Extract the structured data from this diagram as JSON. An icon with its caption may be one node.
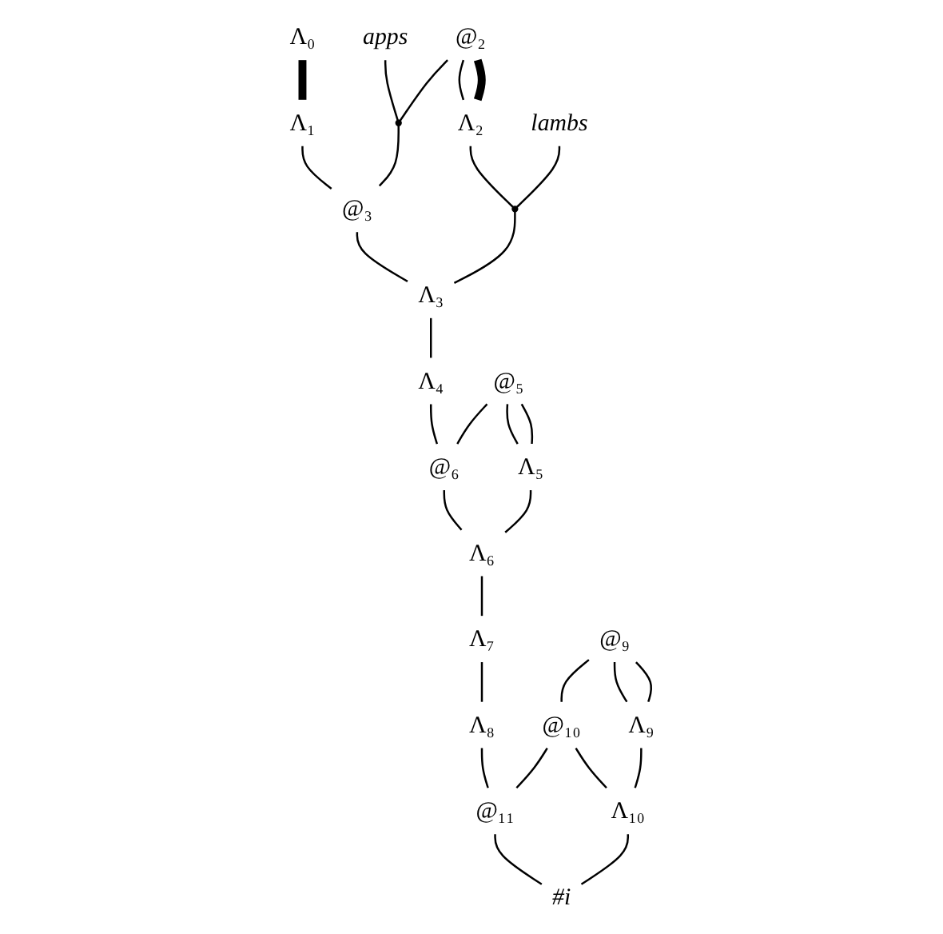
{
  "diagram": {
    "nodes": [
      {
        "text": [
          "Λ₀"
        ]
      },
      {
        "text": [
          "Λ₁"
        ]
      },
      {
        "text": [
          "apps"
        ]
      },
      {
        "text": [
          "@₂"
        ]
      },
      {
        "text": [],
        "shape": "circle"
      },
      {
        "text": [
          "@₃"
        ]
      },
      {
        "text": [
          "Λ₂"
        ]
      },
      {
        "text": [],
        "shape": "circle"
      },
      {
        "text": [
          "Λ₃"
        ]
      },
      {
        "text": [
          "Λ₄"
        ]
      },
      {
        "text": [
          "lambs"
        ]
      },
      {
        "text": [
          "@₅"
        ]
      },
      {
        "text": [
          "@₆"
        ]
      },
      {
        "text": [
          "Λ₅"
        ]
      },
      {
        "text": [
          "Λ₆"
        ]
      },
      {
        "text": [
          "Λ₇"
        ]
      },
      {
        "text": [
          "Λ₈"
        ]
      },
      {
        "text": [
          "@₉"
        ]
      },
      {
        "text": [
          "@₁₀"
        ]
      },
      {
        "text": [
          "@₁₁"
        ]
      },
      {
        "text": [
          "Λ₉"
        ]
      },
      {
        "text": [
          "Λ₁₀"
        ]
      },
      {
        "text": [
          "#i"
        ]
      }
    ],
    "edges": [
      {
        "from": 0,
        "to": 1,
        "arrow": "none",
        "style": "thick"
      },
      {
        "from": 1,
        "to": 5,
        "arrow": "none"
      },
      {
        "from": 2,
        "to": 4,
        "arrow": "none"
      },
      {
        "from": 3,
        "to": 4,
        "arrow": "none"
      },
      {
        "from": 4,
        "to": 5,
        "arrow": "none"
      },
      {
        "from": 3,
        "to": 6,
        "arrow": "none"
      },
      {
        "from": 3,
        "to": 6,
        "arrow": "none",
        "style": "thick"
      },
      {
        "from": 5,
        "to": 8,
        "arrow": "none"
      },
      {
        "from": 6,
        "to": 7,
        "arrow": "none"
      },
      {
        "from": 7,
        "to": 8,
        "arrow": "none"
      },
      {
        "from": 10,
        "to": 7,
        "arrow": "none"
      },
      {
        "from": 8,
        "to": 9,
        "arrow": "none"
      },
      {
        "from": 9,
        "to": 12,
        "arrow": "none"
      },
      {
        "from": 11,
        "to": 12,
        "arrow": "none"
      },
      {
        "from": 11,
        "to": 13,
        "arrow": "none"
      },
      {
        "from": 11,
        "to": 13,
        "arrow": "none"
      },
      {
        "from": 12,
        "to": 14,
        "arrow": "none"
      },
      {
        "from": 13,
        "to": 14,
        "arrow": "none"
      },
      {
        "from": 14,
        "to": 15,
        "arrow": "none"
      },
      {
        "from": 15,
        "to": 16,
        "arrow": "none"
      },
      {
        "from": 16,
        "to": 19,
        "arrow": "none"
      },
      {
        "from": 17,
        "to": 18,
        "arrow": "none"
      },
      {
        "from": 18,
        "to": 19,
        "arrow": "none"
      },
      {
        "from": 17,
        "to": 20,
        "arrow": "none"
      },
      {
        "from": 17,
        "to": 20,
        "arrow": "none"
      },
      {
        "from": 18,
        "to": 21,
        "arrow": "none"
      },
      {
        "from": 19,
        "to": 22,
        "arrow": "none"
      },
      {
        "from": 20,
        "to": 21,
        "arrow": "none"
      },
      {
        "from": 21,
        "to": 22,
        "arrow": "none"
      }
    ]
  }
}
